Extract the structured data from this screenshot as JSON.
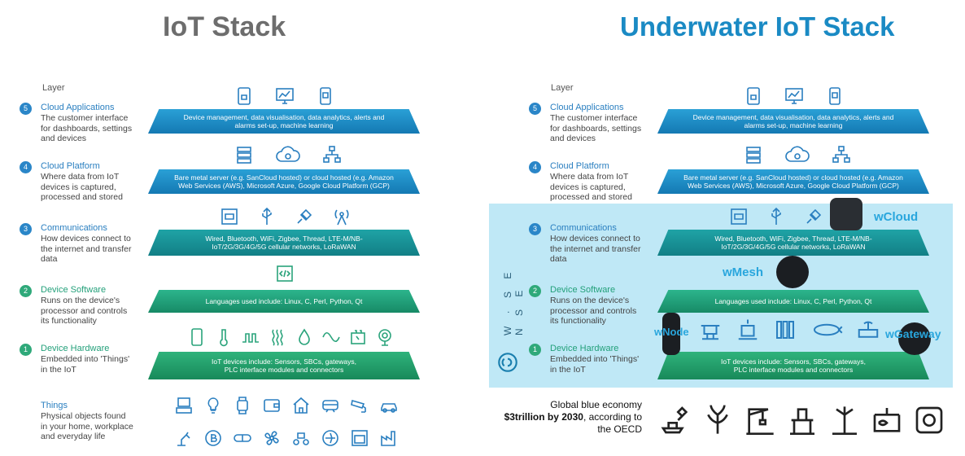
{
  "left": {
    "title": "IoT Stack",
    "layer_heading": "Layer",
    "layers": [
      {
        "num": "5",
        "title": "Cloud Applications",
        "desc": "The customer interface for dashboards, settings and devices",
        "slab": "Device management, data visualisation, data analytics, alerts and alarms set-up, machine learning"
      },
      {
        "num": "4",
        "title": "Cloud Platform",
        "desc": "Where data from IoT devices is captured, processed and stored",
        "slab": "Bare metal server (e.g. SanCloud hosted) or cloud hosted (e.g. Amazon Web Services (AWS), Microsoft Azure, Google Cloud Platform (GCP)"
      },
      {
        "num": "3",
        "title": "Communications",
        "desc": "How devices connect to the internet and transfer data",
        "slab": "Wired, Bluetooth, WiFi, Zigbee, Thread, LTE-M/NB-IoT/2G/3G/4G/5G cellular networks, LoRaWAN"
      },
      {
        "num": "2",
        "title": "Device Software",
        "desc": "Runs on the device's processor and controls its functionality",
        "slab": "Languages used include: Linux, C, Perl, Python, Qt"
      },
      {
        "num": "1",
        "title": "Device Hardware",
        "desc": "Embedded into 'Things' in the IoT",
        "slab": "IoT devices include: Sensors, SBCs, gateways, PLC interface modules and connectors"
      }
    ],
    "things": {
      "title": "Things",
      "desc": "Physical objects found in your home, workplace and everyday life"
    }
  },
  "right": {
    "title": "Underwater IoT Stack",
    "layer_heading": "Layer",
    "layers": [
      {
        "num": "5",
        "title": "Cloud Applications",
        "desc": "The customer interface for dashboards, settings and devices",
        "slab": "Device management, data visualisation, data analytics, alerts and alarms set-up, machine learning"
      },
      {
        "num": "4",
        "title": "Cloud Platform",
        "desc": "Where data from IoT devices is captured, processed and stored",
        "slab": "Bare metal server (e.g. SanCloud hosted) or cloud hosted (e.g. Amazon Web Services (AWS), Microsoft Azure, Google Cloud Platform (GCP)"
      },
      {
        "num": "3",
        "title": "Communications",
        "desc": "How devices connect to the internet and transfer data",
        "slab": "Wired, Bluetooth, WiFi, Zigbee, Thread, LTE-M/NB-IoT/2G/3G/4G/5G cellular networks, LoRaWAN"
      },
      {
        "num": "2",
        "title": "Device Software",
        "desc": "Runs on the device's processor and controls its functionality",
        "slab": "Languages used include: Linux, C, Perl, Python, Qt"
      },
      {
        "num": "1",
        "title": "Device Hardware",
        "desc": "Embedded into 'Things' in the IoT",
        "slab": "IoT devices include: Sensors, SBCs, gateways, PLC interface modules and connectors"
      }
    ],
    "brand_vertical": "W · S E N S E",
    "products": {
      "cloud": "wCloud",
      "mesh": "wMesh",
      "node": "wNode",
      "gateway": "wGateway"
    },
    "economy": {
      "line1": "Global blue economy",
      "line2_bold": "$3trillion by 2030",
      "line2_rest": ", according to",
      "line3": "the OECD"
    }
  },
  "colors": {
    "blue": "#1f8fc8",
    "teal": "#1a9a90",
    "green": "#22a06b",
    "wsense_bg": "#bfe8f6",
    "title_grey": "#6d6d6d",
    "title_blue": "#1a8ac4"
  }
}
